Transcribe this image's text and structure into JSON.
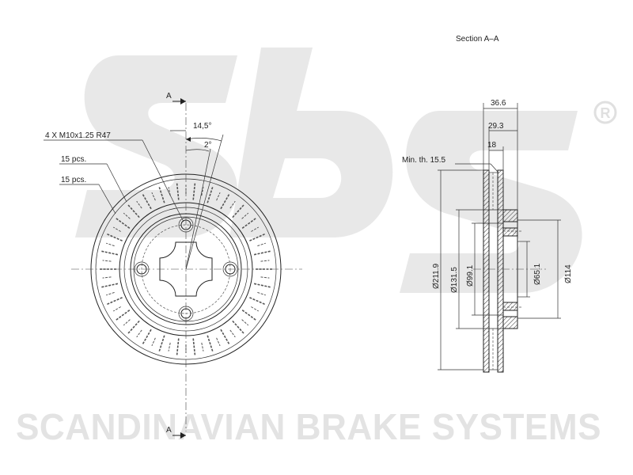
{
  "watermark": {
    "logo": "sbs",
    "registered": "®",
    "company": "SCANDINAVIAN BRAKE SYSTEMS",
    "color": "#e3e3e3"
  },
  "front_view": {
    "section_mark_top": "A",
    "section_mark_bottom": "A",
    "thread_label": "4 X M10x1.25 R47",
    "angle_label_1": "14,5°",
    "angle_label_2": "2°",
    "vents_label_1": "15 pcs.",
    "vents_label_2": "15 pcs."
  },
  "section_view": {
    "title": "Section A–A",
    "min_thickness_label": "Min. th. 15.5",
    "dims": {
      "width_total": "36.6",
      "width_hat": "29.3",
      "width_disc": "18",
      "dia_outer": "Ø211.9",
      "dia_friction_inner": "Ø131.5",
      "dia_hat": "Ø99.1",
      "dia_centre_bore": "Ø65.1",
      "dia_pcd": "Ø114"
    }
  }
}
